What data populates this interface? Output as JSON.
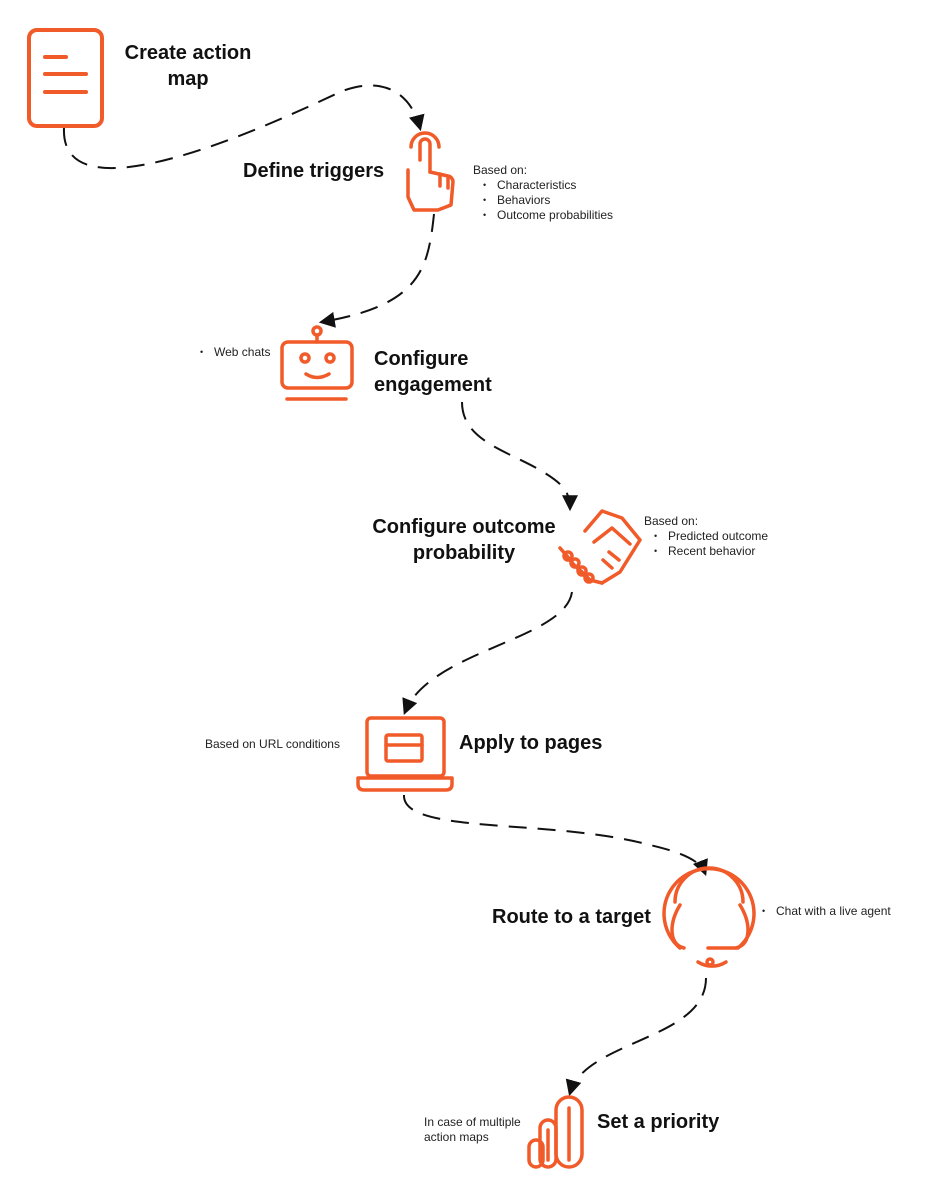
{
  "colors": {
    "accent": "#F15A29",
    "path": "#111111",
    "text": "#111111"
  },
  "steps": [
    {
      "title": "Create action map",
      "icon": "document-icon"
    },
    {
      "title": "Define triggers",
      "icon": "pointer-hand-icon",
      "note_heading": "Based on:",
      "bullets": [
        "Characteristics",
        "Behaviors",
        "Outcome probabilities"
      ]
    },
    {
      "title": "Configure engagement",
      "icon": "robot-icon",
      "bullets": [
        "Web chats"
      ]
    },
    {
      "title": "Configure outcome probability",
      "icon": "handshake-icon",
      "note_heading": "Based on:",
      "bullets": [
        "Predicted outcome",
        "Recent behavior"
      ]
    },
    {
      "title": "Apply to pages",
      "icon": "laptop-icon",
      "note": "Based on URL conditions"
    },
    {
      "title": "Route to a target",
      "icon": "headset-icon",
      "bullets": [
        "Chat with a live agent"
      ]
    },
    {
      "title": "Set a priority",
      "icon": "priority-bars-icon",
      "note": "In case of multiple action maps"
    }
  ]
}
